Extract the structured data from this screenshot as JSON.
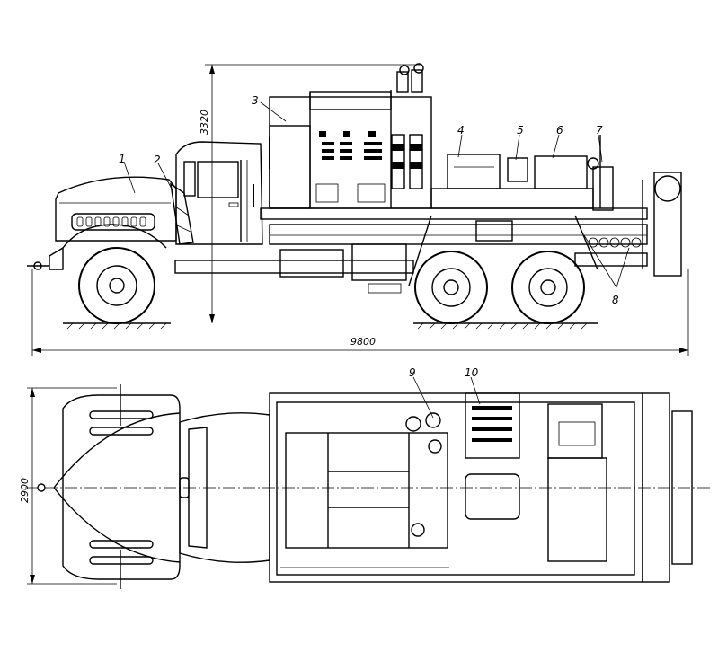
{
  "dimensions": {
    "height": "3320",
    "length": "9800",
    "width": "2900"
  },
  "callouts": [
    "1",
    "2",
    "3",
    "4",
    "5",
    "6",
    "7",
    "8",
    "9",
    "10"
  ]
}
